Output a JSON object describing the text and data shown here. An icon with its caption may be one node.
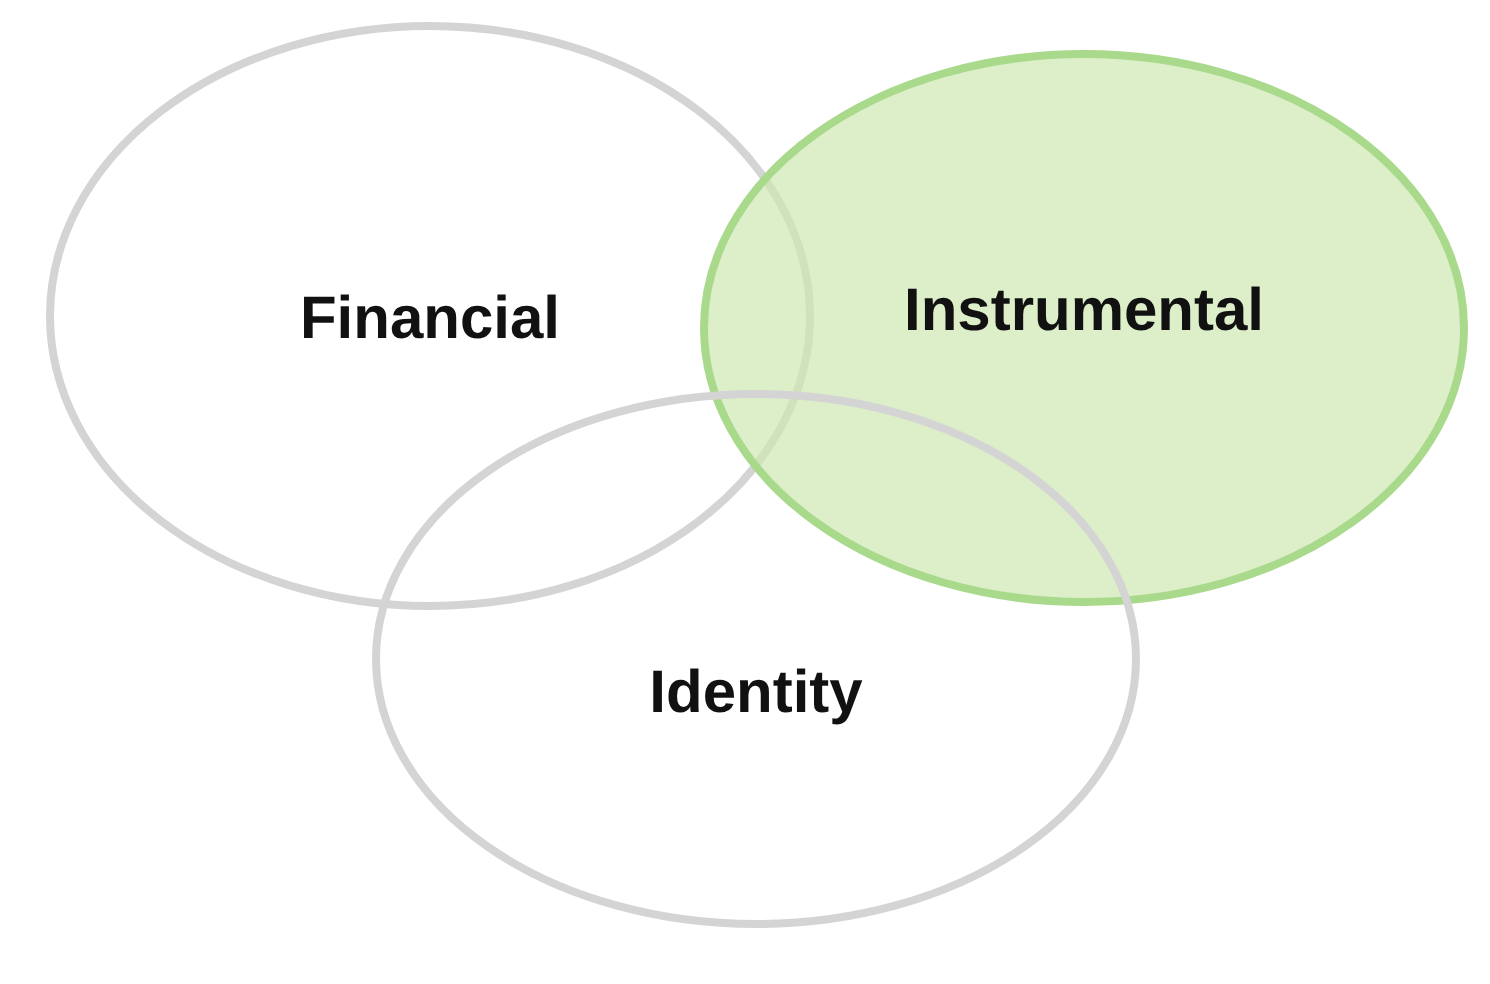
{
  "diagram": {
    "nodes": [
      {
        "text": [
          "Financial"
        ]
      },
      {
        "text": [
          "Instrumental"
        ]
      },
      {
        "text": [
          "Identity"
        ]
      }
    ]
  }
}
